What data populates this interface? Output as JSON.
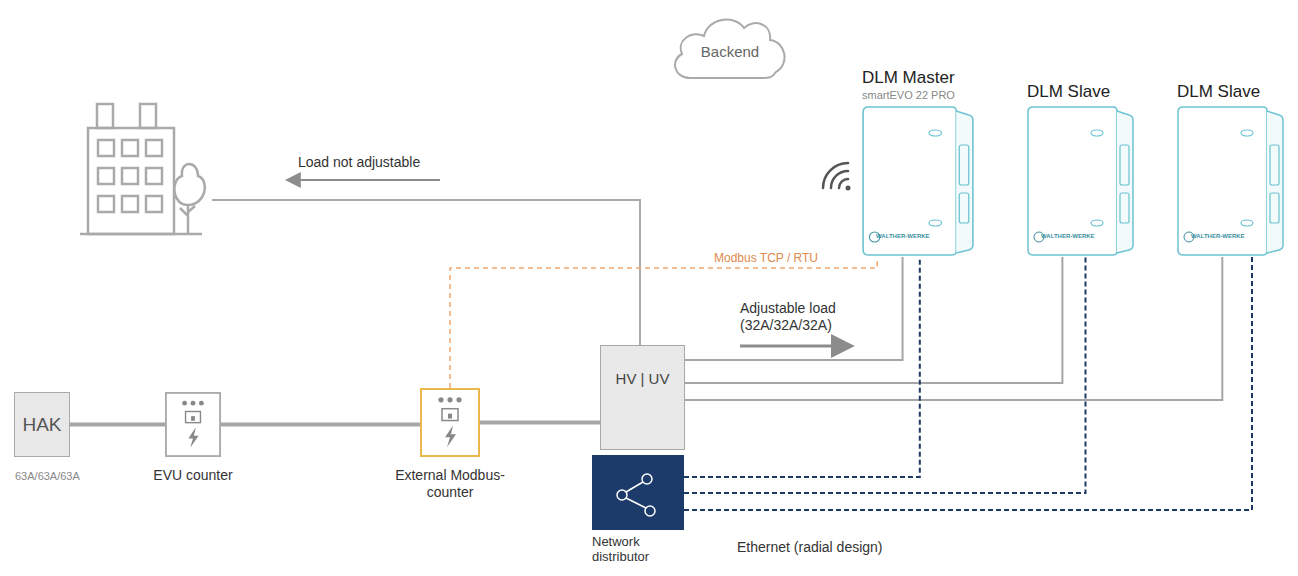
{
  "diagram": {
    "nodes": [
      {
        "text": [
          "HAK",
          "63A/63A/63A"
        ]
      },
      {
        "text": [
          "EVU counter"
        ]
      },
      {
        "text": [
          "External Modbus- counter"
        ]
      },
      {
        "text": [
          "HV | UV"
        ]
      },
      {
        "text": [
          "Network distributor"
        ]
      },
      {
        "text": [
          "Backend"
        ]
      },
      {
        "text": [
          "DLM Master",
          "smartEVO 22 PRO"
        ]
      },
      {
        "text": [
          "DLM Slave"
        ]
      },
      {
        "text": [
          "DLM Slave"
        ]
      }
    ],
    "edges": [
      {
        "from": 0,
        "to": 1,
        "arrow": "none"
      },
      {
        "from": 1,
        "to": 2,
        "arrow": "none"
      },
      {
        "from": 2,
        "to": 3,
        "arrow": "none"
      },
      {
        "from": 3,
        "to": 6,
        "arrow": "none"
      },
      {
        "from": 3,
        "to": 7,
        "arrow": "none"
      },
      {
        "from": 3,
        "to": 8,
        "arrow": "none"
      },
      {
        "from": 2,
        "to": 6,
        "label": "Modbus TCP / RTU",
        "arrow": "none"
      },
      {
        "from": 4,
        "to": 6,
        "arrow": "none"
      },
      {
        "from": 4,
        "to": 7,
        "arrow": "none"
      },
      {
        "from": 4,
        "to": 8,
        "arrow": "none"
      }
    ],
    "labels": [
      "Load not adjustable",
      "Adjustable load (32A/32A/32A)",
      "Ethernet (radial design)",
      "WALTHER-WERKE",
      "WALTHER-WERKE",
      "WALTHER-WERKE"
    ]
  }
}
